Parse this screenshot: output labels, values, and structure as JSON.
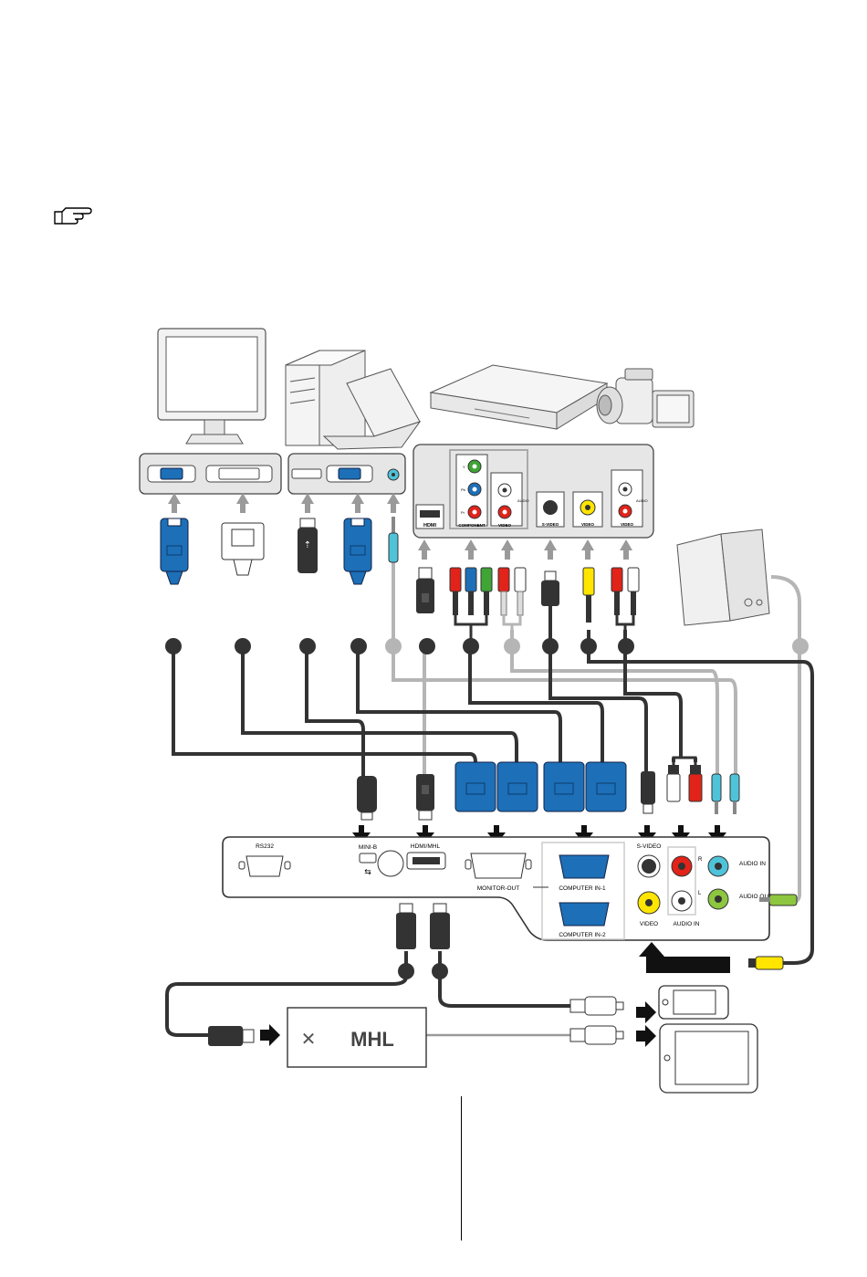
{
  "labels": {
    "rs232": "RS232",
    "mini_b": "MINI-B",
    "hdmi_mhl": "HDMI/MHL",
    "monitor_out": "MONITOR-OUT",
    "computer_in_1": "COMPUTER IN-1",
    "computer_in_2": "COMPUTER IN-2",
    "s_video": "S-VIDEO",
    "video": "VIDEO",
    "audio_in": "AUDIO IN",
    "audio_in_right": "AUDIO IN",
    "audio_out": "AUDIO OUT",
    "r": "R",
    "l": "L",
    "mhl_logo": "MHL",
    "src_hdmi": "HDMI",
    "src_component": "COMPONENT",
    "src_video": "VIDEO",
    "src_audio": "AUDIO",
    "src_svideo": "S-VIDEO",
    "src_video2": "VIDEO",
    "src_video3": "VIDEO",
    "src_audio2": "AUDIO",
    "comp_y": "Y",
    "comp_pb": "Pb",
    "comp_pr": "Pr"
  },
  "colors": {
    "vga_blue": "#1d6fb8",
    "cable_dark": "#333333",
    "cable_grey": "#b5b5b5",
    "red": "#e2231a",
    "green": "#3fa535",
    "yellow": "#ffe500",
    "cyan": "#4fc3d9",
    "lime": "#8dc63f"
  },
  "icons": {
    "note": "pointing-hand-icon",
    "arrow": "arrow-icon"
  }
}
